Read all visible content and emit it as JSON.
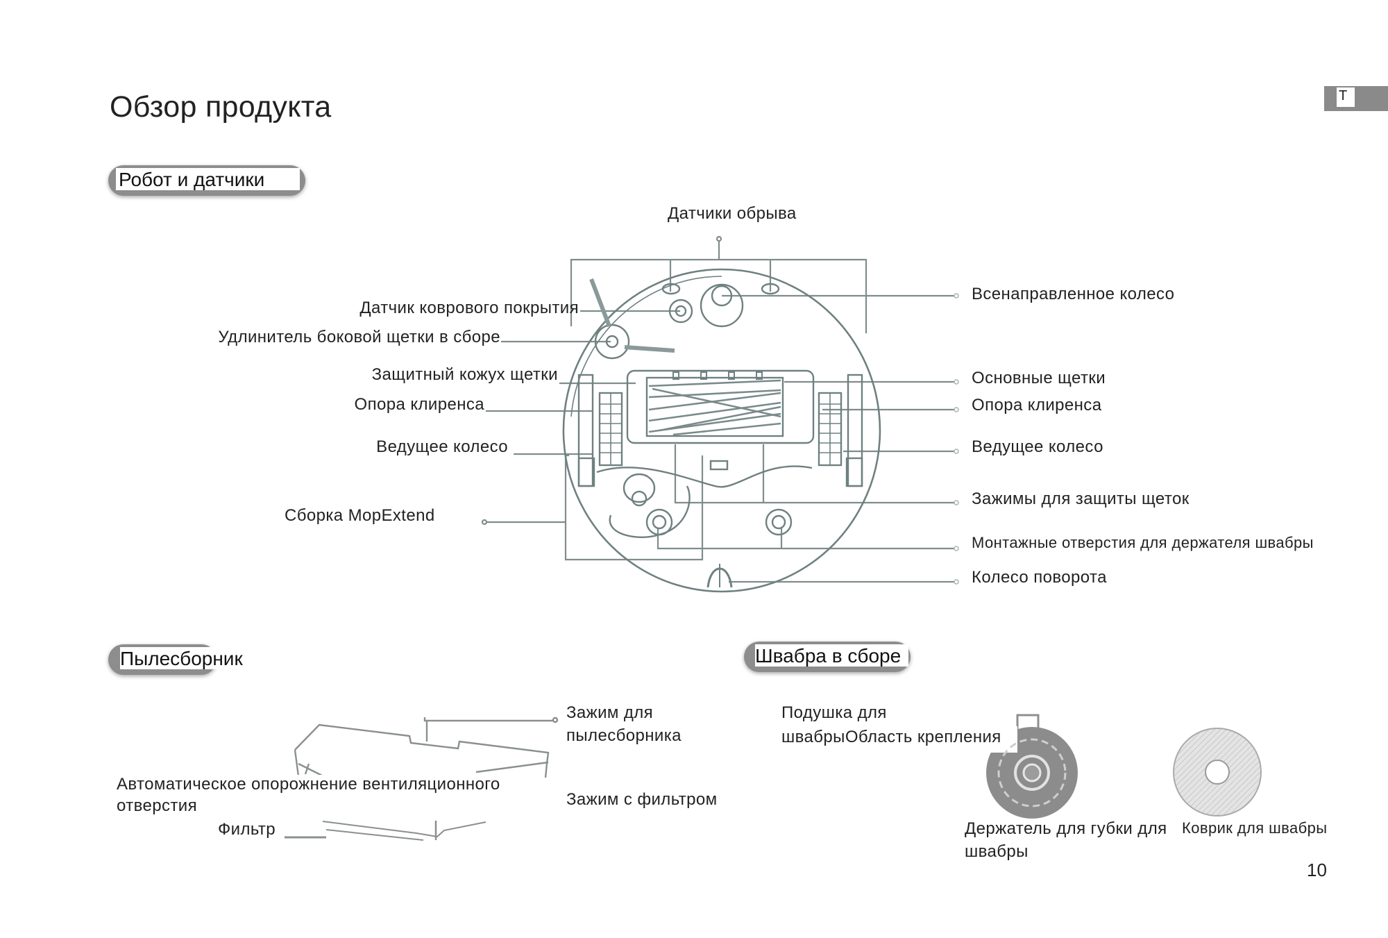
{
  "page": {
    "title": "Обзор продукта",
    "tab_letter": "T",
    "page_number": "10"
  },
  "sections": {
    "robot": {
      "heading": "Робот и датчики",
      "labels_top": [
        "Датчики обрыва"
      ],
      "labels_left": [
        "Датчик коврового покрытия",
        "Удлинитель боковой щетки в сборе",
        "Защитный кожух щетки",
        "Опора клиренса",
        "Ведущее колесо",
        "Сборка MopExtend"
      ],
      "labels_right": [
        "Всенаправленное колесо",
        "Основные щетки",
        "Опора клиренса",
        "Ведущее колесо",
        "Зажимы для защиты щеток",
        "Монтажные отверстия для держателя швабры",
        "Колесо поворота"
      ]
    },
    "dustbin": {
      "heading": "Пылесборник",
      "labels": [
        "Зажим для",
        "пылесборника",
        "Зажим с фильтром",
        "Автоматическое опорожнение вентиляционного",
        "отверстия",
        "Фильтр"
      ]
    },
    "mop": {
      "heading": "Швабра в сборе",
      "labels": [
        "Подушка для",
        "швабрыОбласть крепления",
        "Держатель для губки для",
        "швабры",
        "Коврик для швабры"
      ]
    }
  },
  "colors": {
    "line": "#7f8c8c",
    "diagram": "#6f8080",
    "pill": "#8d8d8d",
    "text": "#222222"
  }
}
